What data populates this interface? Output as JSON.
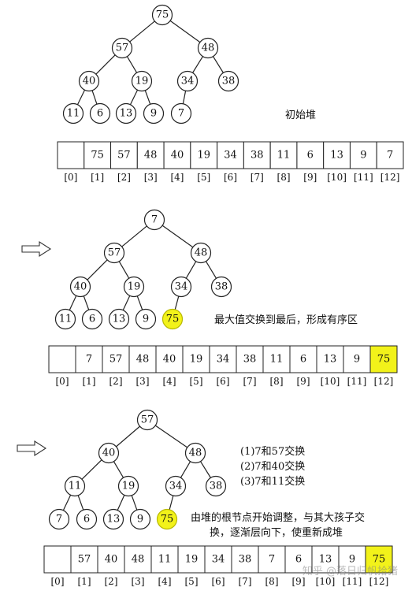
{
  "sections": [
    {
      "id": "initial",
      "tree": {
        "nodes": [
          {
            "id": "n0",
            "label": "75"
          },
          {
            "id": "n1",
            "label": "57"
          },
          {
            "id": "n2",
            "label": "48"
          },
          {
            "id": "n3",
            "label": "40"
          },
          {
            "id": "n4",
            "label": "19"
          },
          {
            "id": "n5",
            "label": "34"
          },
          {
            "id": "n6",
            "label": "38"
          },
          {
            "id": "n7",
            "label": "11"
          },
          {
            "id": "n8",
            "label": "6"
          },
          {
            "id": "n9",
            "label": "13"
          },
          {
            "id": "n10",
            "label": "9"
          },
          {
            "id": "n11",
            "label": "7"
          }
        ],
        "edges": [
          [
            "n0",
            "n1"
          ],
          [
            "n0",
            "n2"
          ],
          [
            "n1",
            "n3"
          ],
          [
            "n1",
            "n4"
          ],
          [
            "n2",
            "n5"
          ],
          [
            "n2",
            "n6"
          ],
          [
            "n3",
            "n7"
          ],
          [
            "n3",
            "n8"
          ],
          [
            "n4",
            "n9"
          ],
          [
            "n4",
            "n10"
          ],
          [
            "n5",
            "n11"
          ]
        ],
        "highlight": []
      },
      "notes": [
        "初始堆"
      ],
      "array": {
        "cells": [
          "",
          "75",
          "57",
          "48",
          "40",
          "19",
          "34",
          "38",
          "11",
          "6",
          "13",
          "9",
          "7"
        ],
        "indices": [
          "[0]",
          "[1]",
          "[2]",
          "[3]",
          "[4]",
          "[5]",
          "[6]",
          "[7]",
          "[8]",
          "[9]",
          "[10]",
          "[11]",
          "[12]"
        ],
        "highlight": []
      },
      "has_arrow": false
    },
    {
      "id": "swap-max",
      "tree": {
        "nodes": [
          {
            "id": "n0",
            "label": "7"
          },
          {
            "id": "n1",
            "label": "57"
          },
          {
            "id": "n2",
            "label": "48"
          },
          {
            "id": "n3",
            "label": "40"
          },
          {
            "id": "n4",
            "label": "19"
          },
          {
            "id": "n5",
            "label": "34"
          },
          {
            "id": "n6",
            "label": "38"
          },
          {
            "id": "n7",
            "label": "11"
          },
          {
            "id": "n8",
            "label": "6"
          },
          {
            "id": "n9",
            "label": "13"
          },
          {
            "id": "n10",
            "label": "9"
          },
          {
            "id": "n11",
            "label": "75"
          }
        ],
        "edges": [
          [
            "n0",
            "n1"
          ],
          [
            "n0",
            "n2"
          ],
          [
            "n1",
            "n3"
          ],
          [
            "n1",
            "n4"
          ],
          [
            "n2",
            "n5"
          ],
          [
            "n2",
            "n6"
          ],
          [
            "n3",
            "n7"
          ],
          [
            "n3",
            "n8"
          ],
          [
            "n4",
            "n9"
          ],
          [
            "n4",
            "n10"
          ],
          [
            "n5",
            "n11"
          ]
        ],
        "highlight": [
          "n11"
        ]
      },
      "notes": [
        "最大值交换到最后，形成有序区"
      ],
      "array": {
        "cells": [
          "",
          "7",
          "57",
          "48",
          "40",
          "19",
          "34",
          "38",
          "11",
          "6",
          "13",
          "9",
          "75"
        ],
        "indices": [
          "[0]",
          "[1]",
          "[2]",
          "[3]",
          "[4]",
          "[5]",
          "[6]",
          "[7]",
          "[8]",
          "[9]",
          "[10]",
          "[11]",
          "[12]"
        ],
        "highlight": [
          12
        ]
      },
      "has_arrow": true
    },
    {
      "id": "reheap",
      "tree": {
        "nodes": [
          {
            "id": "n0",
            "label": "57"
          },
          {
            "id": "n1",
            "label": "40"
          },
          {
            "id": "n2",
            "label": "48"
          },
          {
            "id": "n3",
            "label": "11"
          },
          {
            "id": "n4",
            "label": "19"
          },
          {
            "id": "n5",
            "label": "34"
          },
          {
            "id": "n6",
            "label": "38"
          },
          {
            "id": "n7",
            "label": "7"
          },
          {
            "id": "n8",
            "label": "6"
          },
          {
            "id": "n9",
            "label": "13"
          },
          {
            "id": "n10",
            "label": "9"
          },
          {
            "id": "n11",
            "label": "75"
          }
        ],
        "edges": [
          [
            "n0",
            "n1"
          ],
          [
            "n0",
            "n2"
          ],
          [
            "n1",
            "n3"
          ],
          [
            "n1",
            "n4"
          ],
          [
            "n2",
            "n5"
          ],
          [
            "n2",
            "n6"
          ],
          [
            "n3",
            "n7"
          ],
          [
            "n3",
            "n8"
          ],
          [
            "n4",
            "n9"
          ],
          [
            "n4",
            "n10"
          ],
          [
            "n5",
            "n11"
          ]
        ],
        "highlight": [
          "n11"
        ]
      },
      "notes": [
        "(1)7和57交换",
        "(2)7和40交换",
        "(3)7和11交换",
        "由堆的根节点开始调整，与其大孩子交",
        "换，逐渐层向下，使重新成堆"
      ],
      "array": {
        "cells": [
          "",
          "57",
          "40",
          "48",
          "11",
          "19",
          "34",
          "38",
          "7",
          "6",
          "13",
          "9",
          "75"
        ],
        "indices": [
          "[0]",
          "[1]",
          "[2]",
          "[3]",
          "[4]",
          "[5]",
          "[6]",
          "[7]",
          "[8]",
          "[9]",
          "[10]",
          "[11]",
          "[12]"
        ],
        "highlight": [
          12
        ]
      },
      "has_arrow": true
    }
  ],
  "watermark": "知乎 @落日归帆拾猪"
}
